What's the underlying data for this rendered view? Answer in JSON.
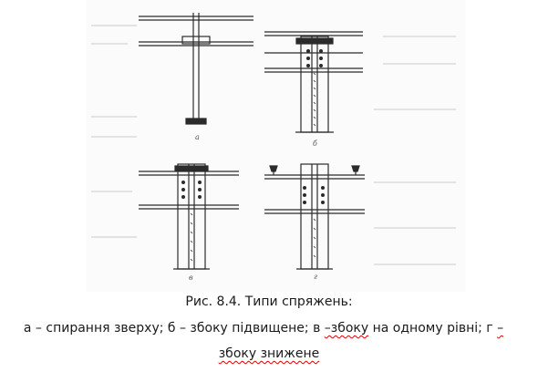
{
  "figure": {
    "sublabels": {
      "a": "а",
      "b": "б",
      "v": "в",
      "g": "г"
    }
  },
  "caption": {
    "title": "Рис. 8.4. Типи спряжень:",
    "line1_pre": "а – спирання зверху; б – збоку підвищене; в ",
    "line1_err1": "–збоку",
    "line1_mid": " на одному рівні; г ",
    "line1_err2": "–",
    "line2": "збоку знижене"
  },
  "colors": {
    "ink": "#2b2b2b",
    "text": "#1a1a1a",
    "spellcheck": "#dd0000"
  }
}
